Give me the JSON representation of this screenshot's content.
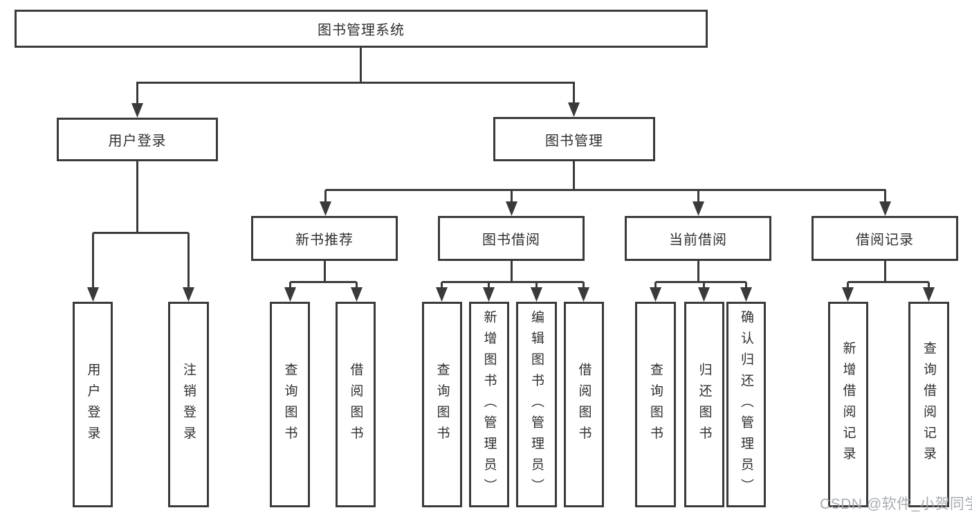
{
  "diagram": {
    "root": {
      "label": "图书管理系统"
    },
    "level1": [
      {
        "id": "user-login",
        "label": "用户登录"
      },
      {
        "id": "book-management",
        "label": "图书管理"
      }
    ],
    "level2": [
      {
        "id": "new-book-recommend",
        "label": "新书推荐"
      },
      {
        "id": "book-borrowing",
        "label": "图书借阅"
      },
      {
        "id": "current-borrowing",
        "label": "当前借阅"
      },
      {
        "id": "borrowing-records",
        "label": "借阅记录"
      }
    ],
    "leaves": [
      "用户登录",
      "注销登录",
      "查询图书",
      "借阅图书",
      "查询图书",
      "新增图书（管理员）",
      "编辑图书（管理员）",
      "借阅图书",
      "查询图书",
      "归还图书",
      "确认归还（管理员）",
      "新增借阅记录",
      "查询借阅记录"
    ],
    "watermark": "CSDN @软件_小贺同学",
    "colors": {
      "line": "#3a3a3a",
      "text": "#2f2f2f",
      "background": "#ffffff",
      "watermark": "#a2a8af"
    }
  }
}
